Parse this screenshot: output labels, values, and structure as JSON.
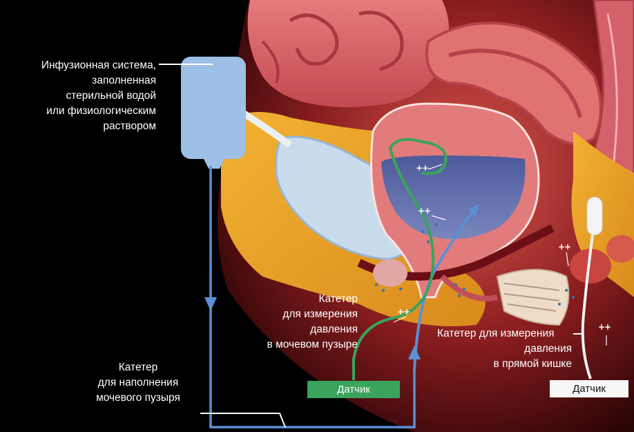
{
  "labels": {
    "infusion": "Инфузионная система,\nзаполненная\nстерильной водой\nили физиологическим\nраствором",
    "bladder_pressure_catheter": "Катетер\nдля измерения\nдавления\nв мочевом пузыре",
    "rectal_pressure_catheter_line1": "Катетер для измерения",
    "rectal_pressure_catheter_rest": "давления\nв прямой кишке",
    "filling_catheter": "Катетер\nдля наполнения\nмочевого пузыря"
  },
  "sensors": {
    "bladder_sensor": "Датчик",
    "rectal_sensor": "Датчик"
  },
  "pressure_marks": [
    "++",
    "++",
    "++",
    "++",
    "++"
  ],
  "colors": {
    "background": "#000000",
    "infusion_blue": "#9ebfe6",
    "line_blue": "#5b8fd6",
    "catheter_green": "#3aa45c",
    "sensor_green": "#3aa45c",
    "rectal_white": "#f2f2f2"
  }
}
